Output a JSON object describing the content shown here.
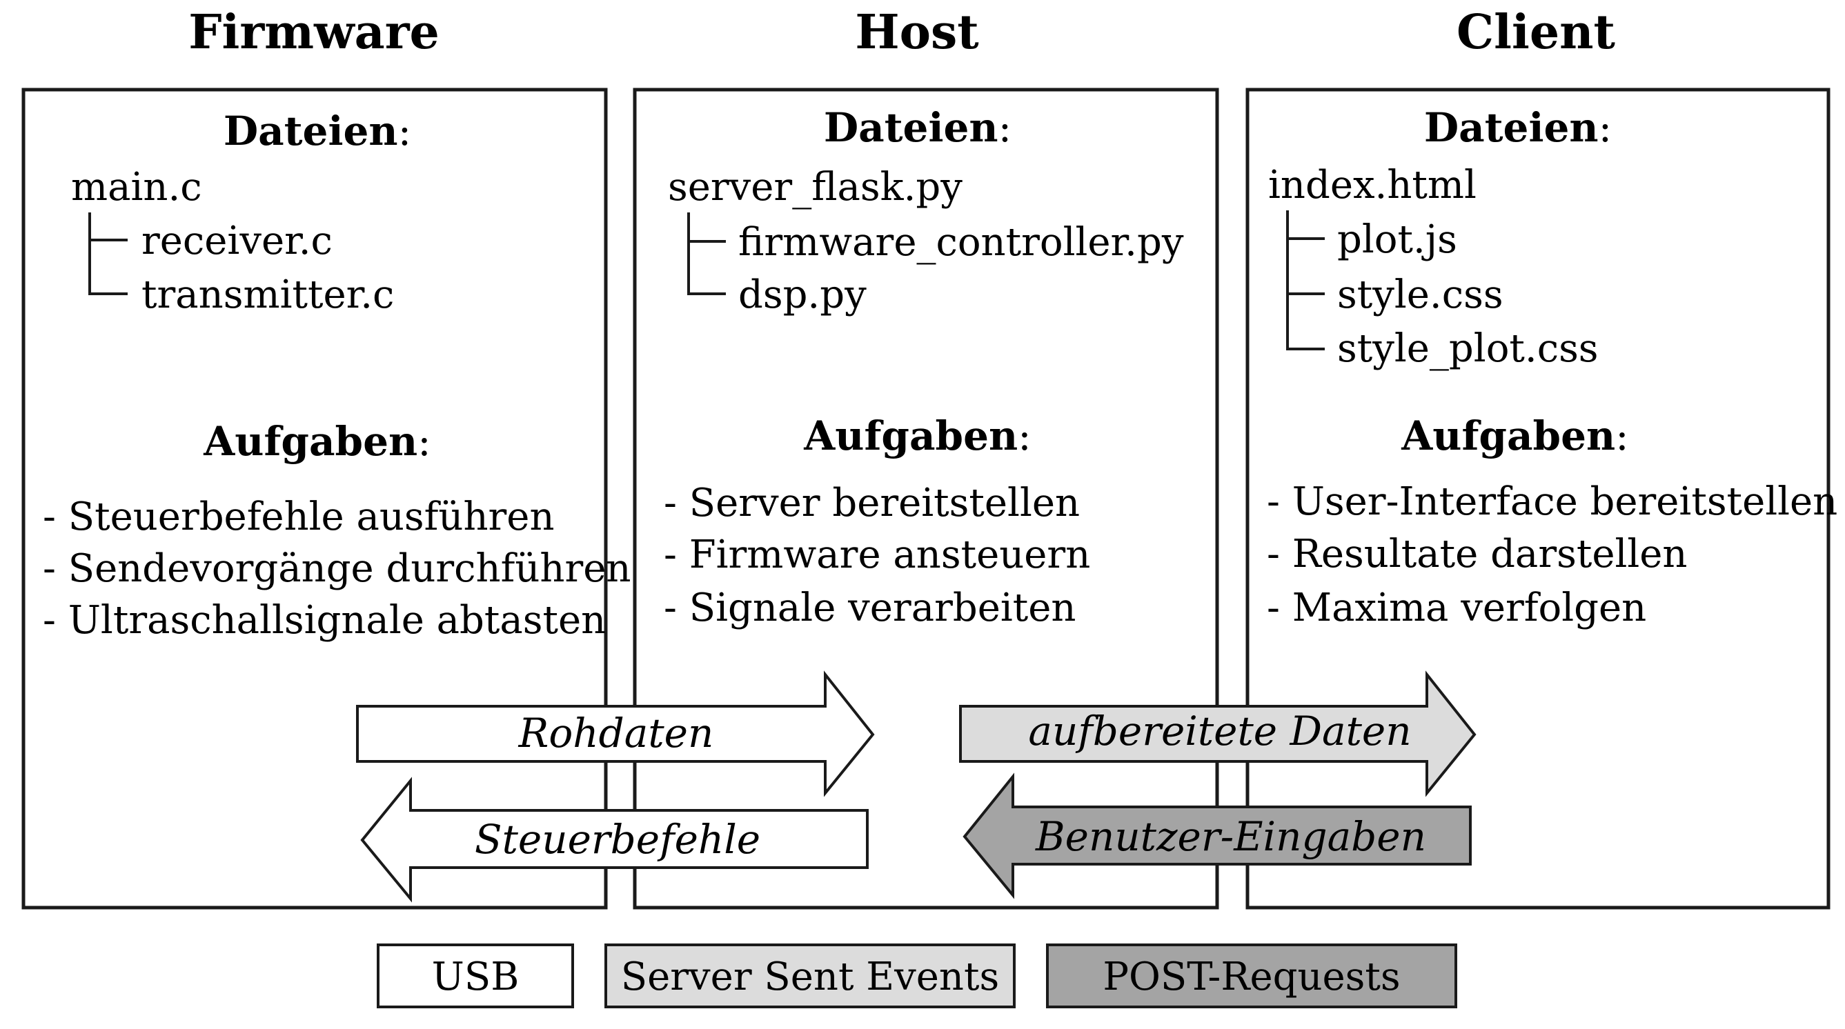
{
  "columns": [
    {
      "title": "Firmware",
      "files_heading": "Dateien",
      "tasks_heading": "Aufgaben",
      "heading_suffix": ":",
      "root_file": "main.c",
      "child_files": [
        "receiver.c",
        "transmitter.c"
      ],
      "tasks": [
        "- Steuerbefehle ausführen",
        "- Sendevorgänge durchführen",
        "- Ultraschallsignale abtasten"
      ]
    },
    {
      "title": "Host",
      "files_heading": "Dateien",
      "tasks_heading": "Aufgaben",
      "heading_suffix": ":",
      "root_file": "server_flask.py",
      "child_files": [
        "firmware_controller.py",
        "dsp.py"
      ],
      "tasks": [
        "- Server bereitstellen",
        "- Firmware ansteuern",
        "- Signale verarbeiten"
      ]
    },
    {
      "title": "Client",
      "files_heading": "Dateien",
      "tasks_heading": "Aufgaben",
      "heading_suffix": ":",
      "root_file": "index.html",
      "child_files": [
        "plot.js",
        "style.css",
        "style_plot.css"
      ],
      "tasks": [
        "- User-Interface bereitstellen",
        "- Resultate darstellen",
        "- Maxima verfolgen"
      ]
    }
  ],
  "arrows": [
    {
      "label": "Rohdaten",
      "direction": "right",
      "fill": "#ffffff"
    },
    {
      "label": "Steuerbefehle",
      "direction": "left",
      "fill": "#ffffff"
    },
    {
      "label": "aufbereitete Daten",
      "direction": "right",
      "fill": "#dcdcdc"
    },
    {
      "label": "Benutzer-Eingaben",
      "direction": "left",
      "fill": "#a4a4a4"
    }
  ],
  "legend": [
    {
      "label": "USB",
      "fill": "#ffffff"
    },
    {
      "label": "Server Sent Events",
      "fill": "#dcdcdc"
    },
    {
      "label": "POST-Requests",
      "fill": "#a4a4a4"
    }
  ]
}
